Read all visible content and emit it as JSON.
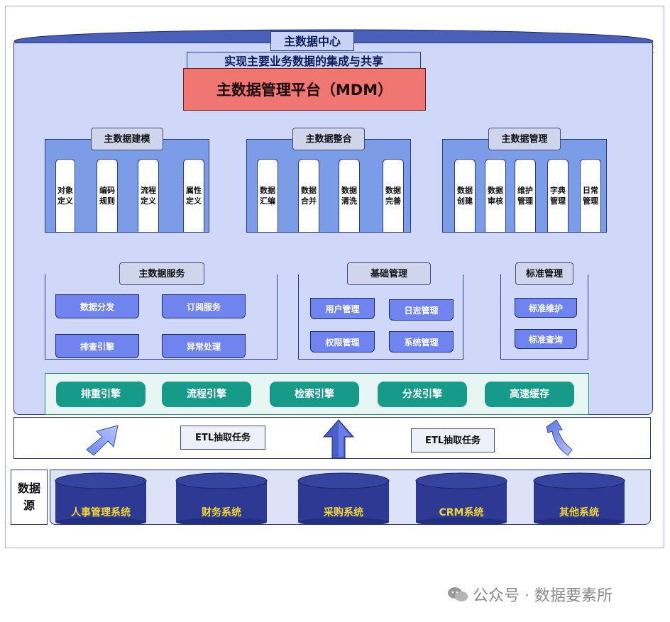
{
  "header": {
    "center_title": "主数据中心",
    "subtitle": "实现主要业务数据的集成与共享",
    "platform": "主数据管理平台（MDM）"
  },
  "groups": [
    {
      "title": "主数据建模",
      "items": [
        "对象定义",
        "编码规则",
        "流程定义",
        "属性定义"
      ]
    },
    {
      "title": "主数据整合",
      "items": [
        "数据汇编",
        "数据合并",
        "数据清洗",
        "数据完善"
      ]
    },
    {
      "title": "主数据管理",
      "items": [
        "数据创建",
        "数据审核",
        "维护管理",
        "字典管理",
        "日常管理"
      ]
    }
  ],
  "services": [
    {
      "title": "主数据服务",
      "items": [
        "数据分发",
        "订阅服务",
        "排查引擎",
        "异常处理"
      ]
    },
    {
      "title": "基础管理",
      "items": [
        "用户管理",
        "日志管理",
        "权限管理",
        "系统管理"
      ]
    },
    {
      "title": "标准管理",
      "items": [
        "标准维护",
        "标准查询"
      ]
    }
  ],
  "engines": [
    "排重引擎",
    "流程引擎",
    "检索引擎",
    "分发引擎",
    "高速缓存"
  ],
  "etl": [
    "ETL抽取任务",
    "ETL抽取任务"
  ],
  "sources": {
    "label": "数据源",
    "items": [
      "人事管理系统",
      "财务系统",
      "采购系统",
      "CRM系统",
      "其他系统"
    ]
  },
  "watermark": "公众号 · 数据要素所",
  "colors": {
    "drum_fill": "#cfd8f8",
    "platform": "#f07672",
    "section_blue": "#7b9ce6",
    "service_button": "#6f84ef",
    "engine": "#159b88",
    "database": "#2c3a94",
    "database_text": "#f5d42e"
  }
}
